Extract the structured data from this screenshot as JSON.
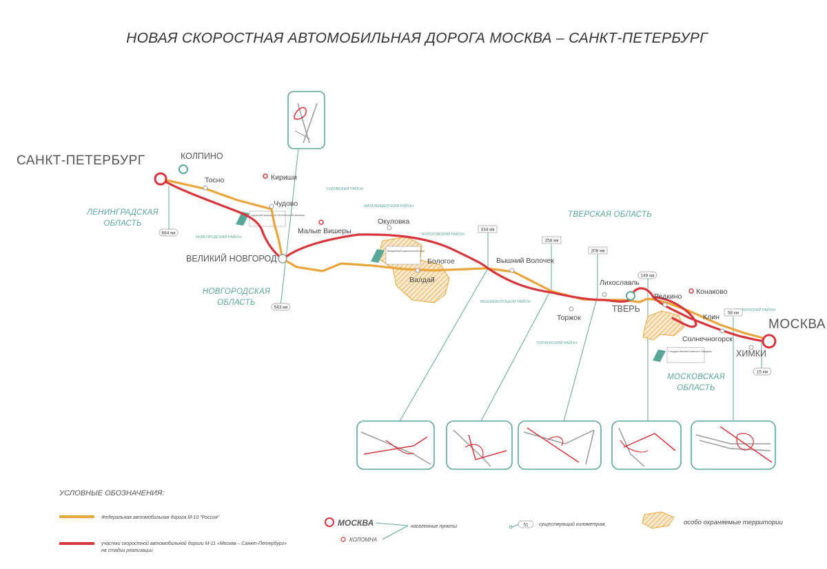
{
  "title": "НОВАЯ СКОРОСТНАЯ АВТОМОБИЛЬНАЯ ДОРОГА МОСКВА – САНКТ-ПЕТЕРБУРГ",
  "colors": {
    "m10": "#e9a53a",
    "m11": "#d8343b",
    "teal": "#5aa79a",
    "protected": "#e9a53a"
  },
  "cities": {
    "spb": "САНКТ-ПЕТЕРБУРГ",
    "moscow": "МОСКВА",
    "kolpino": "КОЛПИНО",
    "tosno": "Тосно",
    "kirishi": "Кириши",
    "chudovo": "Чудово",
    "novgorod": "ВЕЛИКИЙ НОВГОРОД",
    "malaya_vishera": "Малые Вишеры",
    "okulovka": "Окуловка",
    "bologoe": "Бологое",
    "valday": "Валдай",
    "vyshny_volochek": "Вышний Волочек",
    "torzhok": "Торжок",
    "likhoslavl": "Лихославль",
    "tver": "ТВЕРЬ",
    "redkino": "Редкино",
    "konakovo": "Конаково",
    "klin": "Клин",
    "solnechnogorsk": "Солнечногорск",
    "khimki": "ХИМКИ"
  },
  "regions": {
    "leningrad": [
      "ЛЕНИНГРАДСКАЯ",
      "ОБЛАСТЬ"
    ],
    "novgorod": [
      "НОВГОРОДСКАЯ",
      "ОБЛАСТЬ"
    ],
    "tver": "ТВЕРСКАЯ ОБЛАСТЬ",
    "moscow": [
      "МОСКОВСКАЯ",
      "ОБЛАСТЬ"
    ]
  },
  "districts": {
    "chudovsky": "ЧУДОВСКИЙ РАЙОН",
    "malovishersky": "МАЛОВИШЕРСКИЙ РАЙОН",
    "novgorodsky": "НОВГОРОДСКИЙ РАЙОН",
    "bologovsky": "БОЛОГОВСКИЙ РАЙОН",
    "vyshnevolotsky": "ВЫШНЕВОЛОЦКИЙ РАЙОН",
    "torzhoksky": "ТОРЖОКСКИЙ РАЙОН",
    "khimkinsky": "ХИМКИНСКИЙ РАЙОН"
  },
  "km_markers": {
    "km684": "684 км",
    "km543": "543 км",
    "km334": "334 км",
    "km258": "258 км",
    "km208": "208 км",
    "km149": "149 км",
    "km58": "58 км",
    "km15": "15 км"
  },
  "reserves": {
    "chudovsky": "Чудовский природный биологический заказник",
    "valday": "Валдайский национальный парк",
    "zavidovo": "Государственный комплекс Завидово"
  },
  "legend": {
    "title": "УСЛОВНЫЕ ОБОЗНАЧЕНИЯ:",
    "m10_text": "Федеральная автомобильная дорога М-10 \"Россия\"",
    "m11_line1": "участки скоростной автомобильной дороги М-11 «Москва – Санкт-Петербург»",
    "m11_line2": "на стадии реализации",
    "settlement_big": "МОСКВА",
    "settlement_small": "КОЛОМНА",
    "settlements_text": "населенные пункты",
    "km_sample": "51",
    "km_text": "существующий километраж",
    "protected_text": "особо охраняемые территории"
  }
}
